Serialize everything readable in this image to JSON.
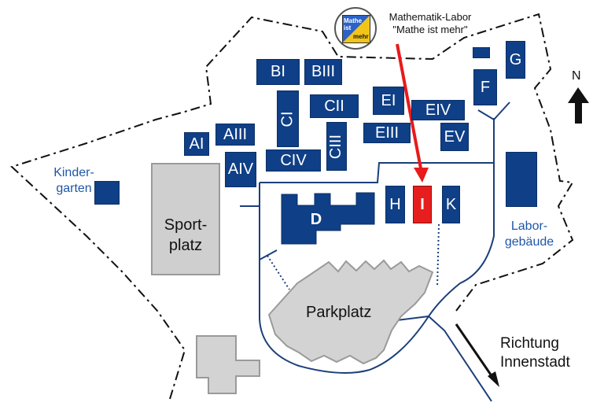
{
  "logo": {
    "line1": "Mathe",
    "line2": "ist",
    "line3": "mehr",
    "caption_line1": "Mathematik-Labor",
    "caption_line2": "\"Mathe ist mehr\""
  },
  "compass": {
    "label": "N"
  },
  "buildings": {
    "BI": "BI",
    "BIII": "BIII",
    "CI": "CI",
    "CII": "CII",
    "CIII": "CIII",
    "CIV": "CIV",
    "AI": "AI",
    "AIII": "AIII",
    "AIV": "AIV",
    "EI": "EI",
    "EIII": "EIII",
    "EIV": "EIV",
    "EV": "EV",
    "F": "F",
    "G": "G",
    "D": "D",
    "H": "H",
    "I": "I",
    "K": "K"
  },
  "areas": {
    "kindergarten_line1": "Kinder-",
    "kindergarten_line2": "garten",
    "sport_line1": "Sport-",
    "sport_line2": "platz",
    "parking": "Parkplatz",
    "lab_line1": "Labor-",
    "lab_line2": "gebäude"
  },
  "direction": {
    "line1": "Richtung",
    "line2": "Innenstadt"
  },
  "colors": {
    "building": "#0f3f86",
    "highlight": "#e61e1e",
    "road": "#1b3f7a",
    "area_gray": "#cfcfcf",
    "label_blue": "#1f56a8"
  },
  "icons": [
    "north-arrow-icon",
    "pointer-arrow-icon",
    "direction-arrow-icon"
  ]
}
